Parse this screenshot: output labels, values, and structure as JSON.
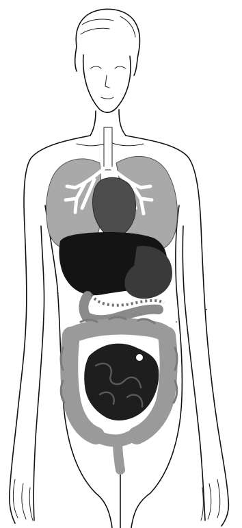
{
  "figure": {
    "subject": "female-anatomy-illustration",
    "organs": [
      "lungs",
      "trachea",
      "heart",
      "liver",
      "stomach",
      "small-intestine",
      "large-intestine",
      "rectum"
    ],
    "colors": {
      "background": "#ffffff",
      "outline": "#111111",
      "lung_fill": "#a9a9a9",
      "heart_fill": "#4d4d4d",
      "liver_fill": "#141414",
      "stomach_fill": "#3a3a3a",
      "colon_fill": "#9a9a9a",
      "small_intestine_fill": "#1e1e1e"
    }
  }
}
